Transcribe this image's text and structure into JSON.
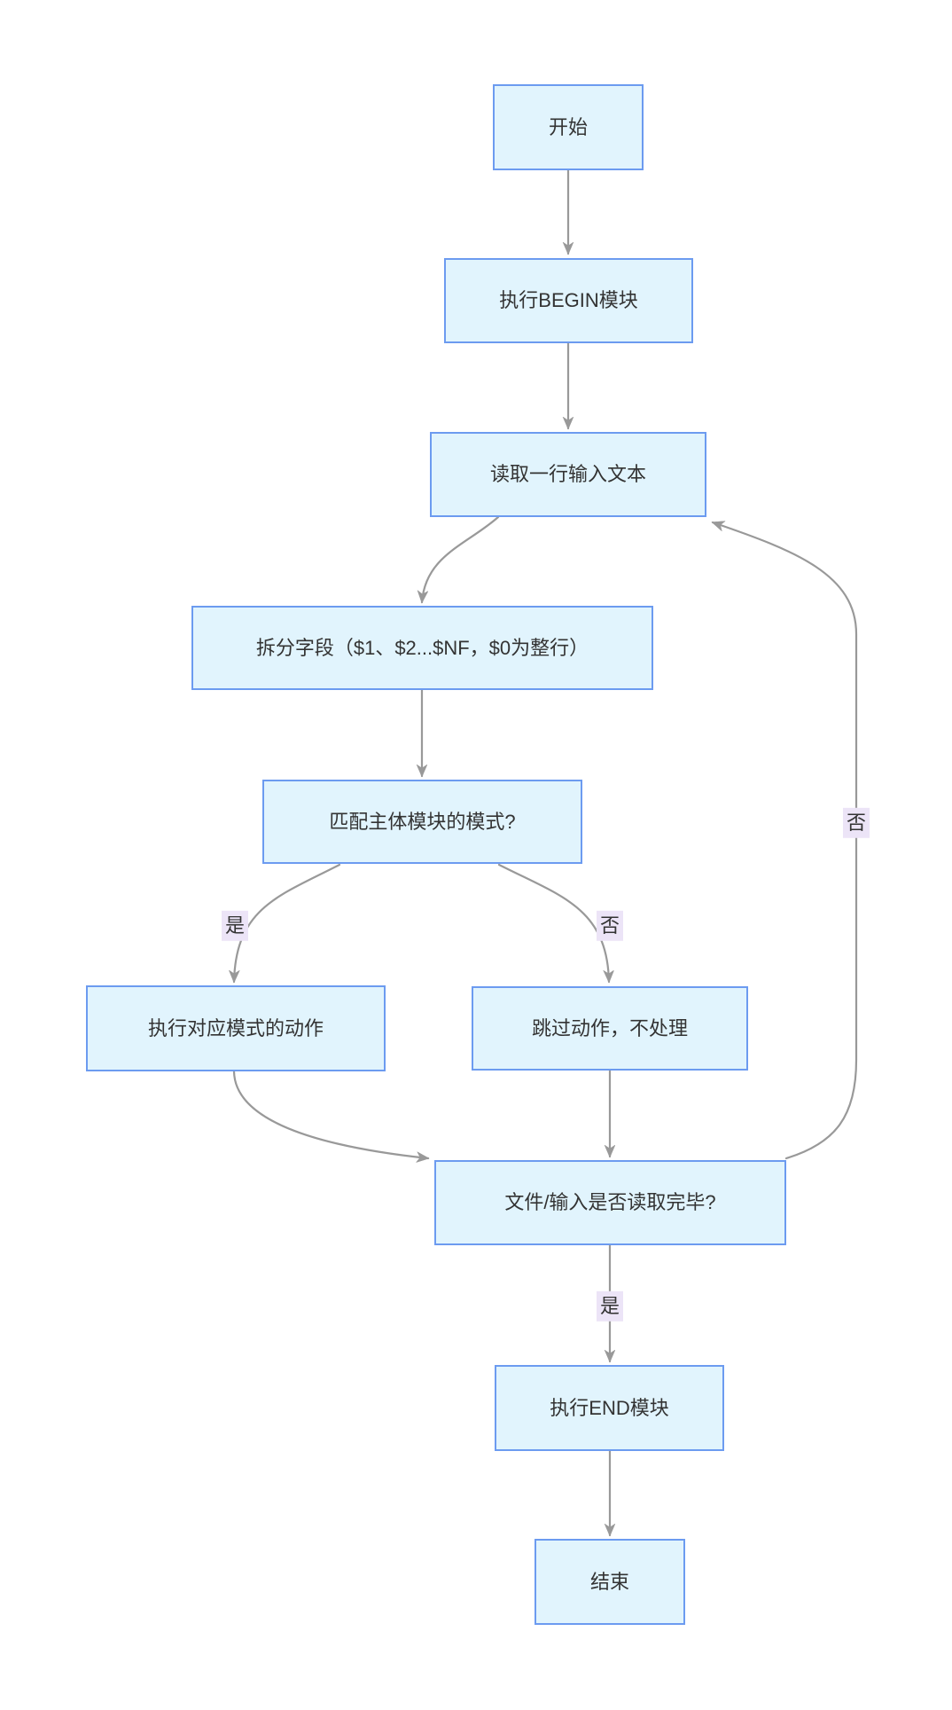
{
  "nodes": {
    "start": {
      "label": "开始"
    },
    "begin": {
      "label": "执行BEGIN模块"
    },
    "read": {
      "label": "读取一行输入文本"
    },
    "split": {
      "label": "拆分字段（$1、$2...$NF，$0为整行）"
    },
    "match": {
      "label": "匹配主体模块的模式?"
    },
    "action": {
      "label": "执行对应模式的动作"
    },
    "skip": {
      "label": "跳过动作，不处理"
    },
    "eof": {
      "label": "文件/输入是否读取完毕?"
    },
    "endblock": {
      "label": "执行END模块"
    },
    "end": {
      "label": "结束"
    }
  },
  "edge_labels": {
    "match_yes": "是",
    "match_no": "否",
    "eof_no": "否",
    "eof_yes": "是"
  },
  "colors": {
    "node_fill": "#e1f4fd",
    "node_border": "#6c9bf0",
    "edge_color": "#999999",
    "label_bg": "#ece4f7",
    "text_color": "#333333"
  }
}
